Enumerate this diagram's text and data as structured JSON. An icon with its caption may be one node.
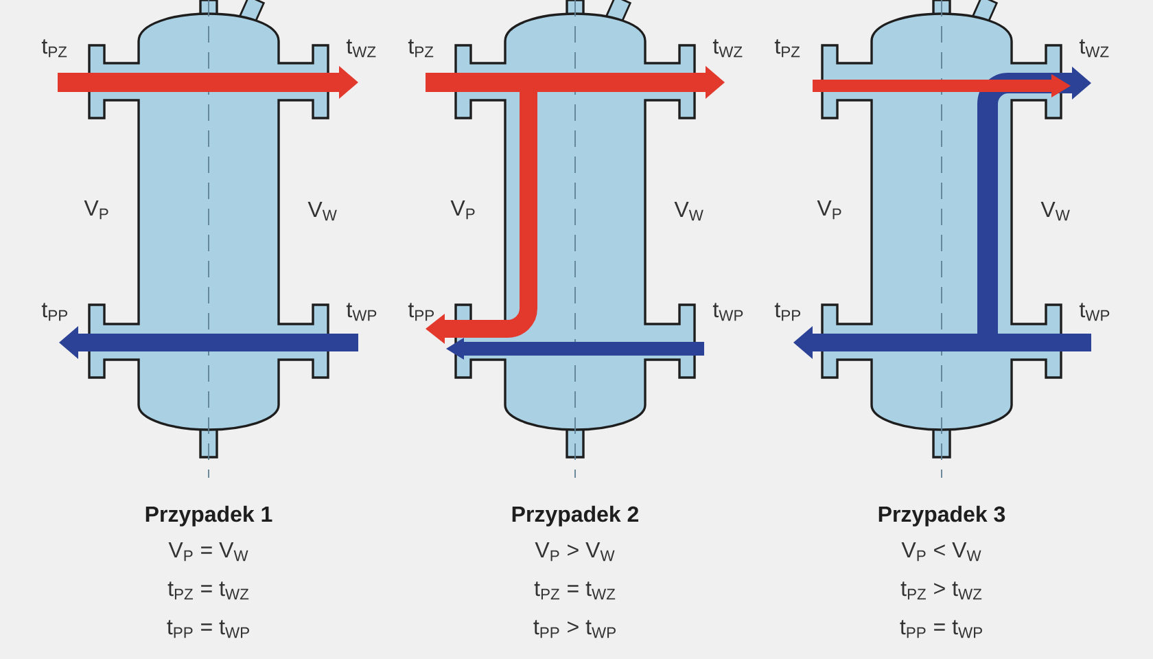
{
  "diagram": {
    "nodes": [
      {
        "text": [],
        "shape": "cylinder",
        "beside": [
          "t$_{PZ}$",
          "t$_{WZ}$",
          "V$_{P}$",
          "V$_{W}$",
          "t$_{PP}$",
          "t$_{WP}$",
          "Przypadek 1",
          "V$_{P}$ = V$_{W}$",
          "t$_{PZ}$ = t$_{WZ}$",
          "t$_{PP}$ = t$_{WP}$"
        ]
      },
      {
        "text": [],
        "shape": "cylinder",
        "beside": [
          "t$_{PZ}$",
          "t$_{WZ}$",
          "V$_{P}$",
          "V$_{W}$",
          "t$_{PP}$",
          "t$_{WP}$",
          "Przypadek 2",
          "V$_{P}$ > V$_{W}$",
          "t$_{PZ}$ = t$_{WZ}$",
          "t$_{PP}$ > t$_{WP}$"
        ]
      },
      {
        "text": [],
        "shape": "cylinder",
        "beside": [
          "t$_{PZ}$",
          "t$_{WZ}$",
          "V$_{P}$",
          "V$_{W}$",
          "t$_{PP}$",
          "t$_{WP}$",
          "Przypadek 3",
          "V$_{P}$ < V$_{W}$",
          "t$_{PZ}$ > t$_{WZ}$",
          "t$_{PP}$ = t$_{WP}$"
        ]
      }
    ]
  }
}
